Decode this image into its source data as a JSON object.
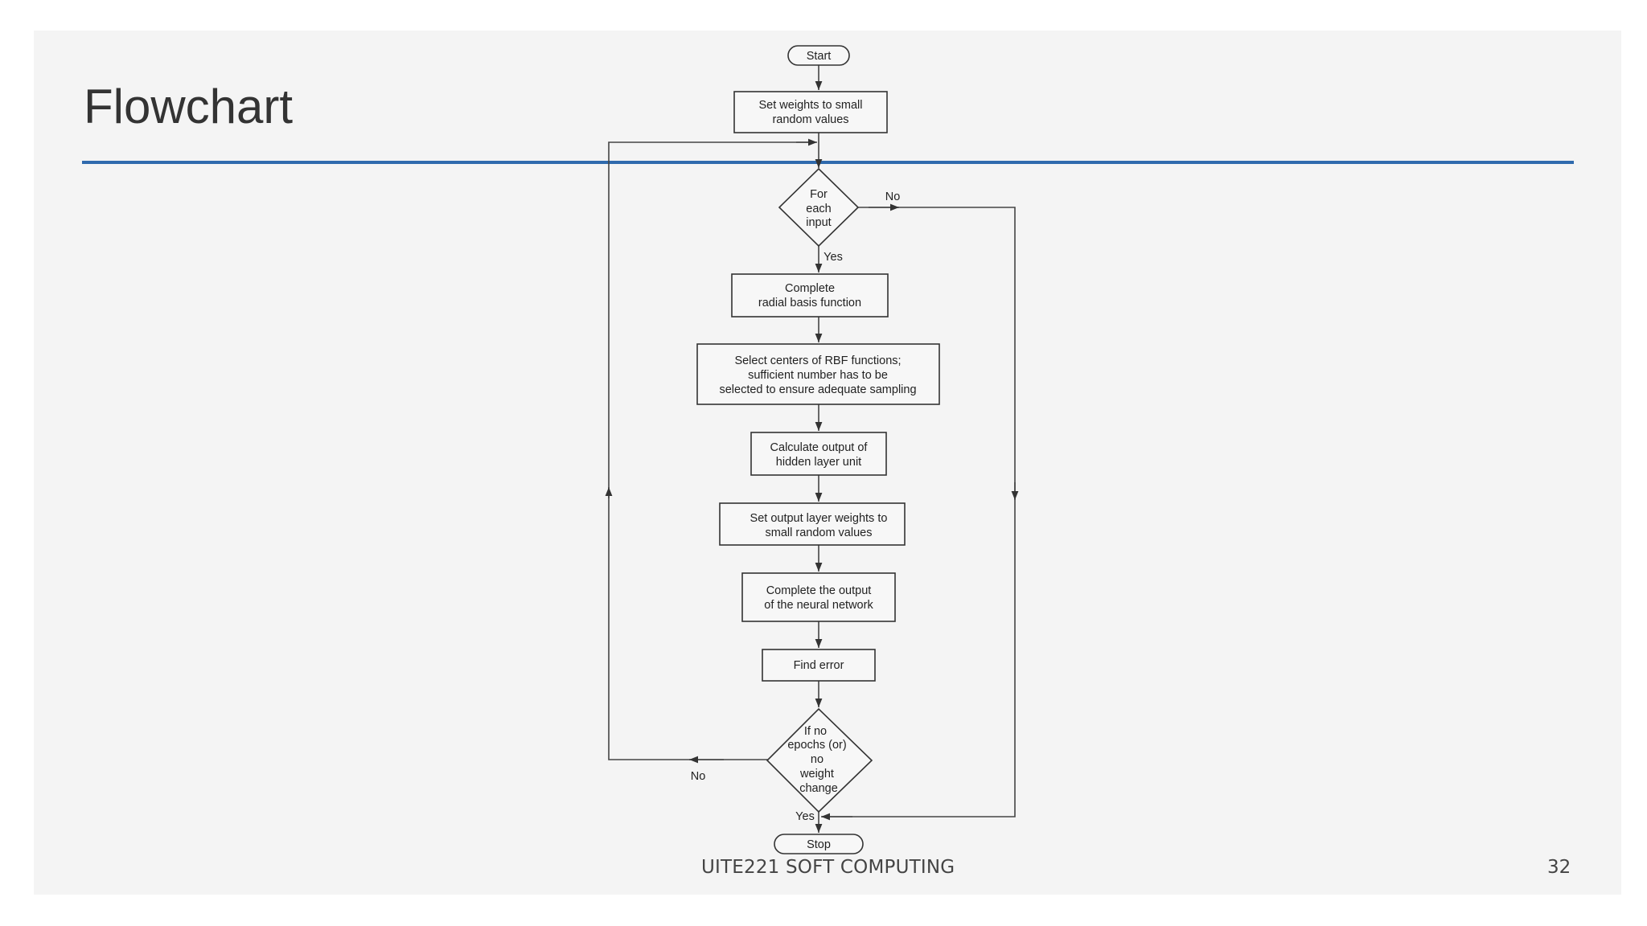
{
  "slide": {
    "title": "Flowchart",
    "footer": "UITE221 SOFT COMPUTING",
    "page_number": "32"
  },
  "flowchart": {
    "start": "Start",
    "set_weights": [
      "Set weights to small",
      "random values"
    ],
    "for_each_input": [
      "For",
      "each",
      "input"
    ],
    "yes_label": "Yes",
    "no_label": "No",
    "complete_rbf": [
      "Complete",
      "radial basis function"
    ],
    "select_centers": [
      "Select centers of RBF functions;",
      "sufficient number has to be",
      "selected to ensure adequate sampling"
    ],
    "calc_hidden": [
      "Calculate output of",
      "hidden layer unit"
    ],
    "set_output_weights": [
      "Set output layer weights to",
      "small random values"
    ],
    "complete_output": [
      "Complete the output",
      "of the neural network"
    ],
    "find_error": "Find error",
    "stop_condition": [
      "If no",
      "epochs (or)",
      "no",
      "weight",
      "change"
    ],
    "stop": "Stop"
  }
}
